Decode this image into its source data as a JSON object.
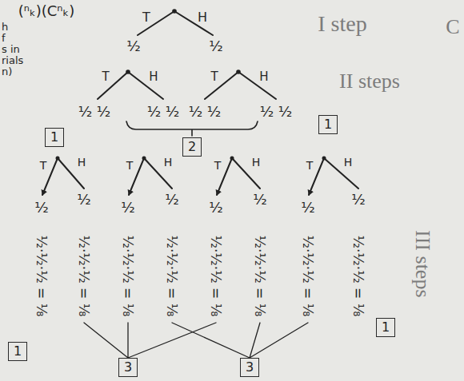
{
  "diagram": {
    "nodes": [
      {
        "text": [
          "1"
        ]
      },
      {
        "text": [
          "2"
        ]
      },
      {
        "text": [
          "1"
        ]
      },
      {
        "text": [
          "1"
        ]
      },
      {
        "text": [
          "3"
        ]
      },
      {
        "text": [
          "3"
        ]
      },
      {
        "text": [
          "1"
        ]
      }
    ],
    "labels": [
      "(ⁿₖ)(Cⁿₖ)",
      "h",
      "f",
      "s in",
      "rials",
      "n)",
      "T",
      "H",
      "I step",
      "C",
      "½",
      "½",
      "T",
      "H",
      "T",
      "H",
      "II steps",
      "½ ½",
      "½ ½",
      "½ ½",
      "½ ½",
      "T",
      "H",
      "T",
      "H",
      "T",
      "H",
      "T",
      "H",
      "½",
      "½",
      "½",
      "½",
      "½",
      "½",
      "½",
      "½",
      "III steps",
      "½·½·½ = ⅛",
      "½·½·½ = ⅛",
      "½·½·½ = ⅛",
      "½·½·½ = ⅛",
      "½·½·½ = ⅛",
      "½·½·½ = ⅛",
      "½·½·½ = ⅛",
      "½·½·½ = ⅛"
    ]
  }
}
